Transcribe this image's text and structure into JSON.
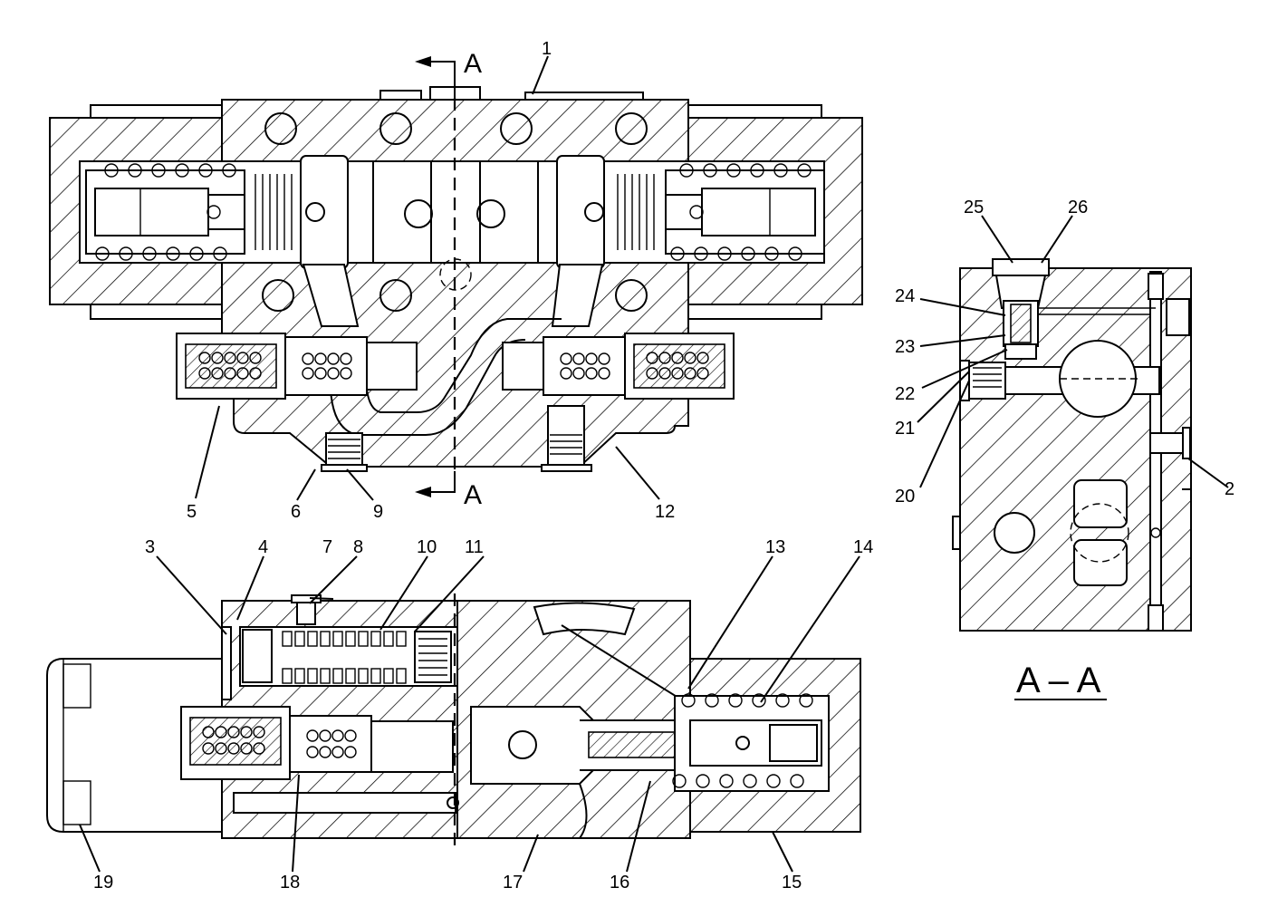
{
  "section_marker": {
    "letter": "A"
  },
  "section_title": "A – A",
  "callouts": {
    "c1": "1",
    "c2": "2",
    "c3": "3",
    "c4": "4",
    "c5": "5",
    "c6": "6",
    "c7": "7",
    "c8": "8",
    "c9": "9",
    "c10": "10",
    "c11": "11",
    "c12": "12",
    "c13": "13",
    "c14": "14",
    "c15": "15",
    "c16": "16",
    "c17": "17",
    "c18": "18",
    "c19": "19",
    "c20": "20",
    "c21": "21",
    "c22": "22",
    "c23": "23",
    "c24": "24",
    "c25": "25",
    "c26": "26"
  }
}
